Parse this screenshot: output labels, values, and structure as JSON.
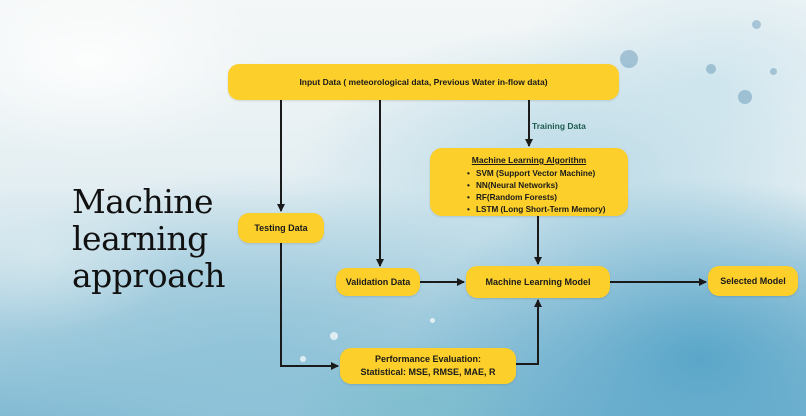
{
  "slide": {
    "title_lines": [
      "Machine",
      "learning",
      "approach"
    ],
    "colors": {
      "box_fill": "#fccf2b",
      "arrow": "#1a1a1a",
      "training_label": "#1e5b4f"
    }
  },
  "flowchart": {
    "input_data": "Input Data ( meteorological data, Previous Water in-flow data)",
    "training_data_label": "Training Data",
    "algorithm": {
      "title": "Machine Learning Algorithm",
      "items": [
        "SVM (Support Vector Machine)",
        "NN(Neural Networks)",
        "RF(Random Forests)",
        "LSTM (Long Short-Term Memory)"
      ]
    },
    "testing_data": "Testing Data",
    "validation_data": "Validation Data",
    "ml_model": "Machine Learning Model",
    "selected_model": "Selected Model",
    "performance": {
      "line1": "Performance Evaluation:",
      "line2": "Statistical: MSE, RMSE,  MAE, R"
    }
  }
}
